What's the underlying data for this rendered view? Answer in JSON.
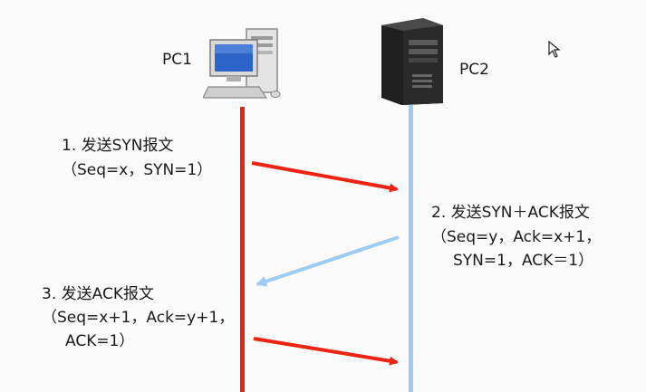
{
  "nodes": {
    "pc1": {
      "label": "PC1",
      "icon": "desktop-computer-icon"
    },
    "pc2": {
      "label": "PC2",
      "icon": "tower-server-icon"
    }
  },
  "steps": [
    {
      "title": "1. 发送SYN报文",
      "params_line1": "（Seq=x，SYN=1）",
      "params_line2": ""
    },
    {
      "title": "2. 发送SYN＋ACK报文",
      "params_line1": "（Seq=y，Ack=x+1，",
      "params_line2": "SYN=1，ACK＝1）"
    },
    {
      "title": "3. 发送ACK报文",
      "params_line1": "（Seq=x+1，Ack=y+1，",
      "params_line2": "ACK=1）"
    }
  ],
  "colors": {
    "pc1_line": "#ee2211",
    "pc2_line": "#9dcbf2",
    "arrow_red": "#ee2211",
    "arrow_blue": "#9dcbf2"
  },
  "cursor_icon": "mouse-cursor-icon"
}
